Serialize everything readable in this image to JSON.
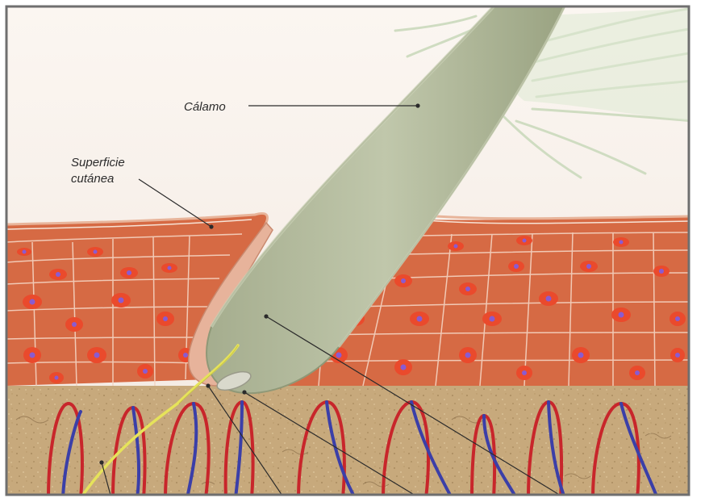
{
  "labels": {
    "calamo": "Cálamo",
    "superficie_line1": "Superficie",
    "superficie_line2": "cutánea"
  },
  "colors": {
    "background": "#f6efe9",
    "frame": "#707070",
    "dermis": "#c9ab7e",
    "epidermis": "#d96b45",
    "cell_nucleus": "#e8472a",
    "nucleus_dot": "#8a5bd0",
    "skin_surface": "#e0a88c",
    "quill": "#b6bea0",
    "quill_dark": "#8f9877",
    "feather": "#dbe6cf",
    "artery": "#c8262b",
    "vein": "#3b3fa8",
    "nerve": "#e6e35a"
  },
  "icons": [
    "feather-vane-icon",
    "quill-icon",
    "blood-vessel-icon",
    "nerve-fiber-icon"
  ]
}
